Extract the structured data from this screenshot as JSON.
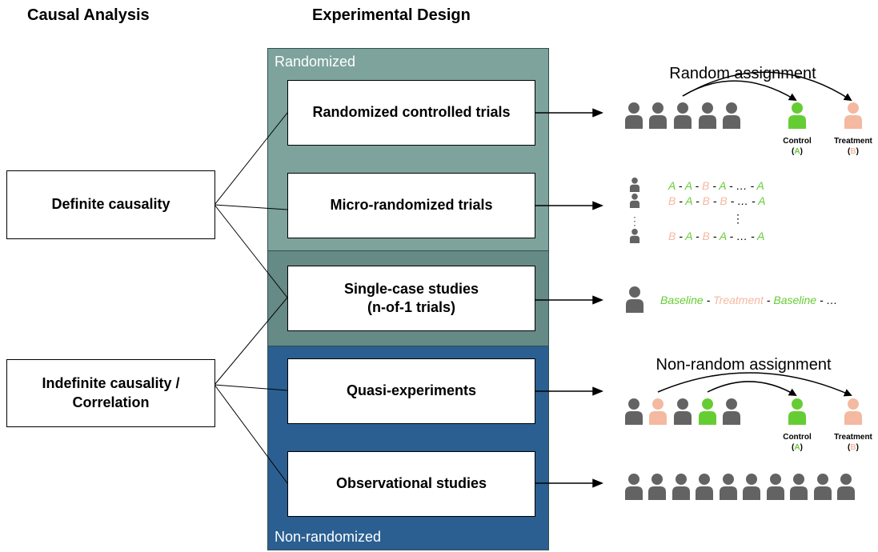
{
  "headings": {
    "causal": "Causal Analysis",
    "design": "Experimental Design"
  },
  "analysis_boxes": {
    "definite": "Definite causality",
    "indefinite_line1": "Indefinite causality /",
    "indefinite_line2": "Correlation"
  },
  "bands": {
    "randomized": "Randomized",
    "non_randomized": "Non-randomized"
  },
  "designs": {
    "rct": "Randomized controlled trials",
    "mrt": "Micro-randomized trials",
    "scs_line1": "Single-case studies",
    "scs_line2": "(n-of-1 trials)",
    "quasi": "Quasi-experiments",
    "observational": "Observational studies"
  },
  "rct_panel": {
    "title": "Random assignment",
    "control": "Control",
    "treatment": "Treatment",
    "a": "A",
    "b": "B"
  },
  "mrt_panel": {
    "ellipsis": "…",
    "vdots": "⋮"
  },
  "scs_panel": {
    "baseline": "Baseline",
    "treatment": "Treatment",
    "ellipsis": "…"
  },
  "quasi_panel": {
    "title": "Non-random assignment",
    "control": "Control",
    "treatment": "Treatment",
    "a": "A",
    "b": "B"
  },
  "colors": {
    "green": "#66cc33",
    "salmon": "#f4b9a0",
    "gray": "#636363",
    "teal": "#7da39c",
    "teal_dark": "#668a86",
    "blue": "#2b5f91"
  }
}
